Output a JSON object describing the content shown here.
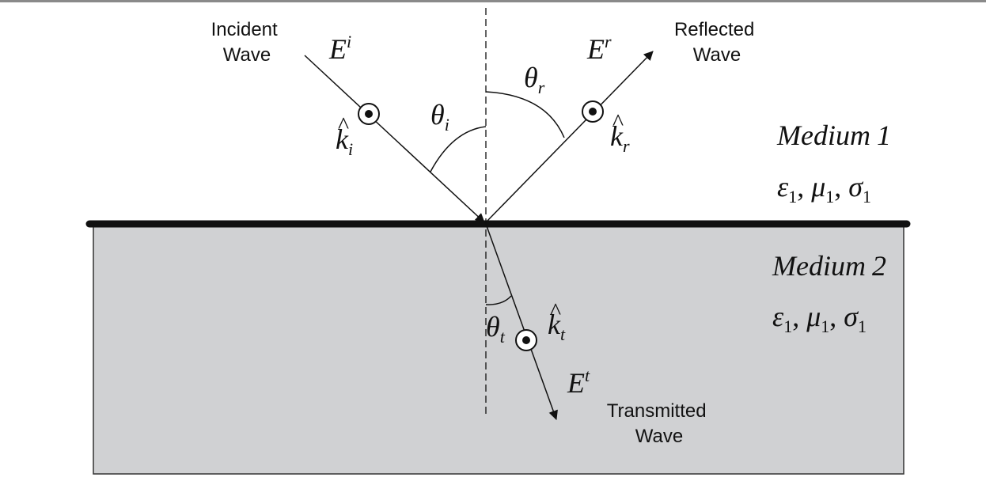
{
  "labels": {
    "incident_wave": [
      "Incident",
      "Wave"
    ],
    "reflected_wave": [
      "Reflected",
      "Wave"
    ],
    "transmitted_wave": [
      "Transmitted",
      "Wave"
    ]
  },
  "fields": {
    "incident": {
      "base": "E",
      "sup": "i"
    },
    "reflected": {
      "base": "E",
      "sup": "r"
    },
    "transmitted": {
      "base": "E",
      "sup": "t"
    }
  },
  "wave_vectors": {
    "incident": {
      "base": "k",
      "sub": "i"
    },
    "reflected": {
      "base": "k",
      "sub": "r"
    },
    "transmitted": {
      "base": "k",
      "sub": "t"
    }
  },
  "angles": {
    "incident": {
      "base": "θ",
      "sub": "i"
    },
    "reflected": {
      "base": "θ",
      "sub": "r"
    },
    "transmitted": {
      "base": "θ",
      "sub": "t"
    }
  },
  "media": [
    {
      "name": "Medium",
      "number": "1",
      "params": [
        {
          "base": "ε",
          "sub": "1"
        },
        {
          "base": "μ",
          "sub": "1"
        },
        {
          "base": "σ",
          "sub": "1"
        }
      ]
    },
    {
      "name": "Medium",
      "number": "2",
      "params": [
        {
          "base": "ε",
          "sub": "1"
        },
        {
          "base": "μ",
          "sub": "1"
        },
        {
          "base": "σ",
          "sub": "1"
        }
      ]
    }
  ],
  "param_separator": ", ",
  "colors": {
    "medium2_fill": "#d0d1d3",
    "ink": "#111111",
    "top_rule": "#8a8a8a"
  }
}
